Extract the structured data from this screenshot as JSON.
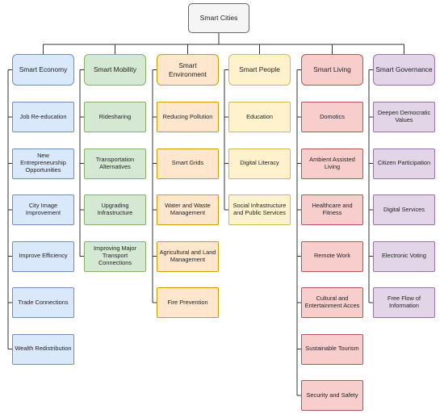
{
  "root": {
    "label": "Smart Cities"
  },
  "colors": {
    "root": {
      "fill": "#f5f5f5",
      "stroke": "#666666"
    },
    "line": "#333333"
  },
  "categories": [
    {
      "label": "Smart Economy",
      "fill": "#dae8fc",
      "stroke": "#6c8ebf",
      "items": [
        "Job Re-education",
        "New Entrepreneurship\nOpportunities",
        "City Image Improvement",
        "Improve Efficiency",
        "Trade Connections",
        "Wealth Redistribution"
      ]
    },
    {
      "label": "Smart Mobility",
      "fill": "#d5e8d4",
      "stroke": "#82b366",
      "items": [
        "Ridesharing",
        "Transportation\nAlternatives",
        "Upgrading Infrastructure",
        "Improving Major\nTransport Connections"
      ]
    },
    {
      "label": "Smart Environment",
      "fill": "#ffe6cc",
      "stroke": "#d79b00",
      "items": [
        "Reducing Pollution",
        "Smart Grids",
        "Water and Waste\nManagement",
        "Agricultural and Land\nManagement",
        "Fire Prevention"
      ]
    },
    {
      "label": "Smart People",
      "fill": "#fff2cc",
      "stroke": "#d6b656",
      "items": [
        "Education",
        "Digital Literacy",
        "Social Infrastructure\nand Public Services"
      ]
    },
    {
      "label": "Smart Living",
      "fill": "#f8cecc",
      "stroke": "#b85450",
      "items": [
        "Domotics",
        "Ambient Assisted Living",
        "Healthcare and Fitness",
        "Remote Work",
        "Cultural and\nEntertainment Acces",
        "Sustainable Tourism",
        "Security and Safety"
      ]
    },
    {
      "label": "Smart Governance",
      "fill": "#e1d5e7",
      "stroke": "#9673a6",
      "items": [
        "Deepen Democratic\nValues",
        "Citizen Participation",
        "Digital Services",
        "Electronic Voting",
        "Free Flow of Information"
      ]
    }
  ]
}
